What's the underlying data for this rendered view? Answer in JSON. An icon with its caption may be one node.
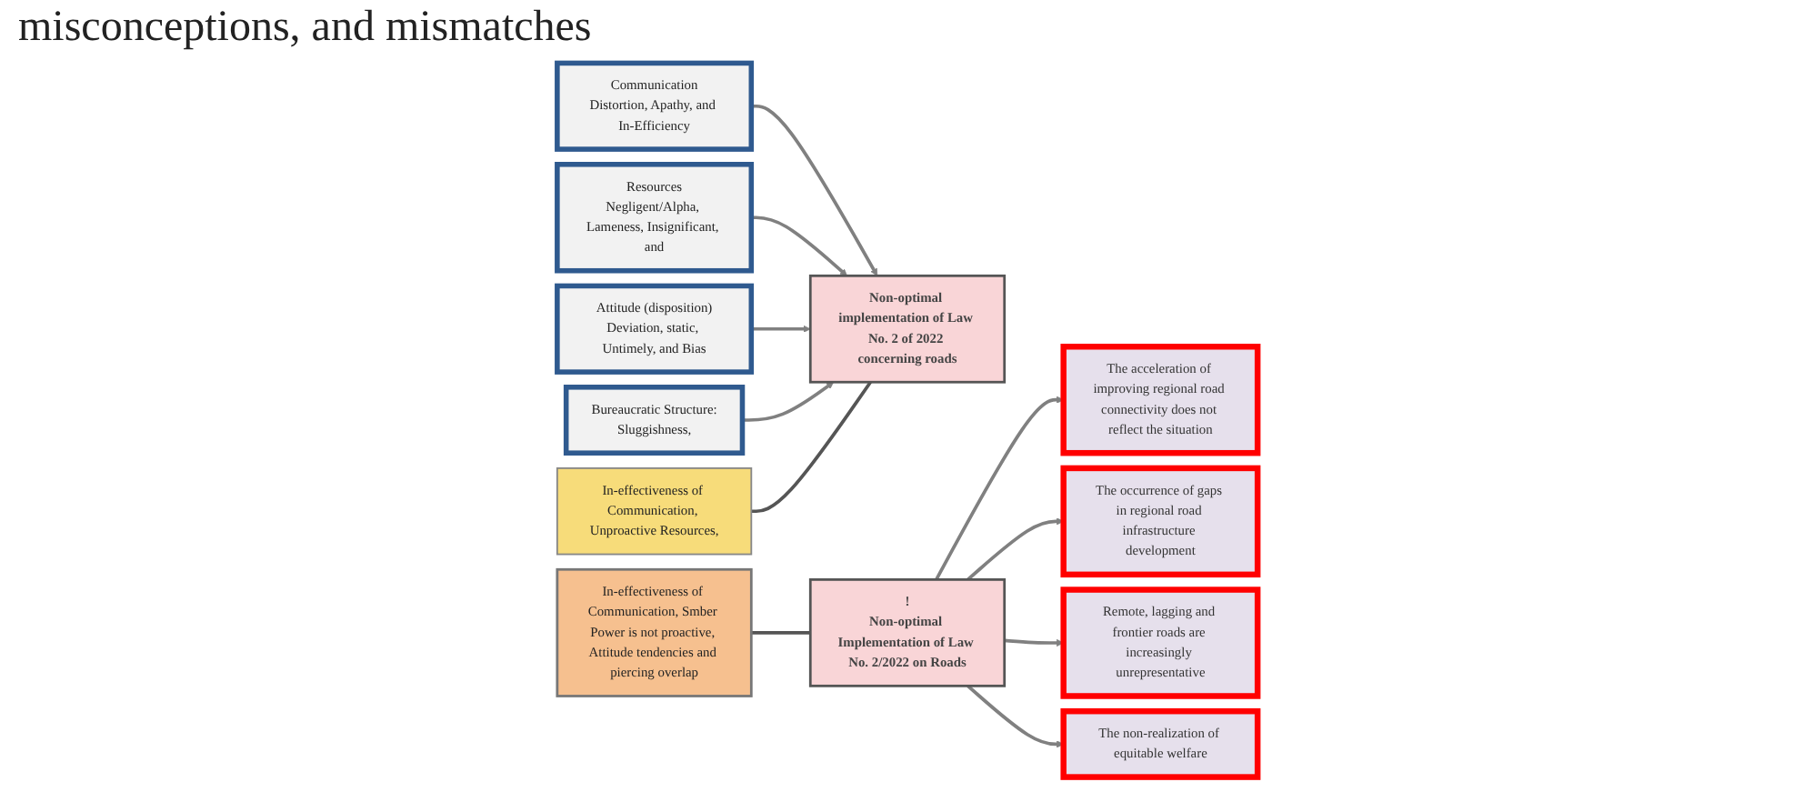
{
  "diagram": {
    "title": "misconceptions, and mismatches",
    "nodes": [
      {
        "text": [
          "Communication",
          "Distortion, Apathy, and In-Efficiency"
        ]
      },
      {
        "text": [
          "Resources",
          "Negligent/Alpha, Lameness, Insignificant, and"
        ]
      },
      {
        "text": [
          "Attitude (disposition)",
          "Deviation, static, Untimely, and Bias"
        ]
      },
      {
        "text": [
          "Bureaucratic Structure:",
          "Sluggishness,"
        ]
      },
      {
        "text": [
          "In-effectiveness of Communication, Unproactive Resources,"
        ]
      },
      {
        "text": [
          "Non-optimal implementation of Law No. 2 of 2022 concerning roads"
        ]
      },
      {
        "text": [
          "In-effectiveness of Communication, Smber Power is not proactive, Attitude tendencies and piercing overlap"
        ]
      },
      {
        "text": [
          "!",
          "Non-optimal Implementation of Law No. 2/2022 on Roads"
        ]
      },
      {
        "text": [
          "The acceleration of improving regional road connectivity does not reflect the situation"
        ]
      },
      {
        "text": [
          "The occurrence of gaps in regional road infrastructure development"
        ]
      },
      {
        "text": [
          "Remote, lagging and frontier roads are increasingly unrepresentative"
        ]
      },
      {
        "text": [
          "The non-realization of equitable welfare"
        ]
      }
    ],
    "edges": [
      {
        "from": 0,
        "to": 5,
        "arrow": "to"
      },
      {
        "from": 1,
        "to": 5,
        "arrow": "to"
      },
      {
        "from": 2,
        "to": 5,
        "arrow": "to"
      },
      {
        "from": 3,
        "to": 5,
        "arrow": "to"
      },
      {
        "from": 4,
        "to": 5,
        "arrow": "none",
        "color": "#555555"
      },
      {
        "from": 6,
        "to": 7,
        "arrow": "none",
        "color": "#555555"
      },
      {
        "from": 7,
        "to": 8,
        "arrow": "to"
      },
      {
        "from": 7,
        "to": 9,
        "arrow": "to"
      },
      {
        "from": 7,
        "to": 10,
        "arrow": "to"
      },
      {
        "from": 7,
        "to": 11,
        "arrow": "to"
      }
    ]
  }
}
